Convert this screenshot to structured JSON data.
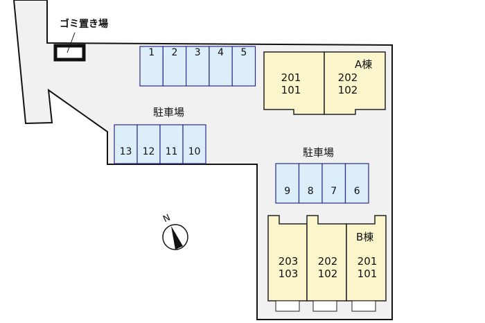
{
  "trash_label": "ゴミ置き場",
  "parking_label_1": "駐車場",
  "parking_label_2": "駐車場",
  "parking_row_top": [
    "1",
    "2",
    "3",
    "4",
    "5"
  ],
  "parking_row_mid": [
    "13",
    "12",
    "11",
    "10"
  ],
  "parking_row_right": [
    "9",
    "8",
    "7",
    "6"
  ],
  "building_a": {
    "name": "A棟",
    "units": [
      {
        "upper": "201",
        "lower": "101"
      },
      {
        "upper": "202",
        "lower": "102"
      }
    ]
  },
  "building_b": {
    "name": "B棟",
    "units": [
      {
        "upper": "203",
        "lower": "103"
      },
      {
        "upper": "202",
        "lower": "102"
      },
      {
        "upper": "201",
        "lower": "101"
      }
    ]
  },
  "compass": "N",
  "colors": {
    "parking": "#dbeefa",
    "building": "#fbf5cc",
    "ground": "#f1f1f1",
    "parking_border": "#2a2a8a"
  }
}
